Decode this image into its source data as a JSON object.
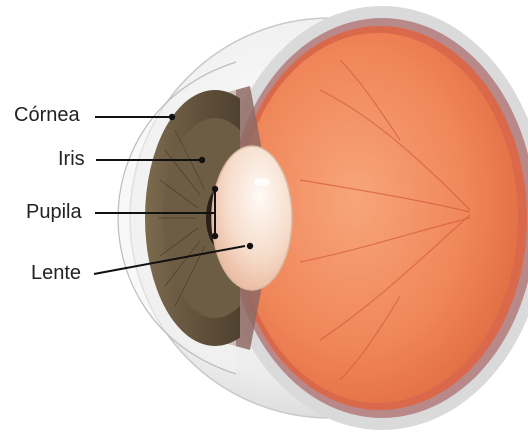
{
  "labels": {
    "cornea": "Córnea",
    "iris": "Iris",
    "pupila": "Pupila",
    "lente": "Lente"
  },
  "colors": {
    "vitreous": "#f28b5c",
    "sclera": "#e6e6e6",
    "iris": "#6b5a45",
    "lens": "#f4e6dc",
    "leader": "#111111"
  }
}
